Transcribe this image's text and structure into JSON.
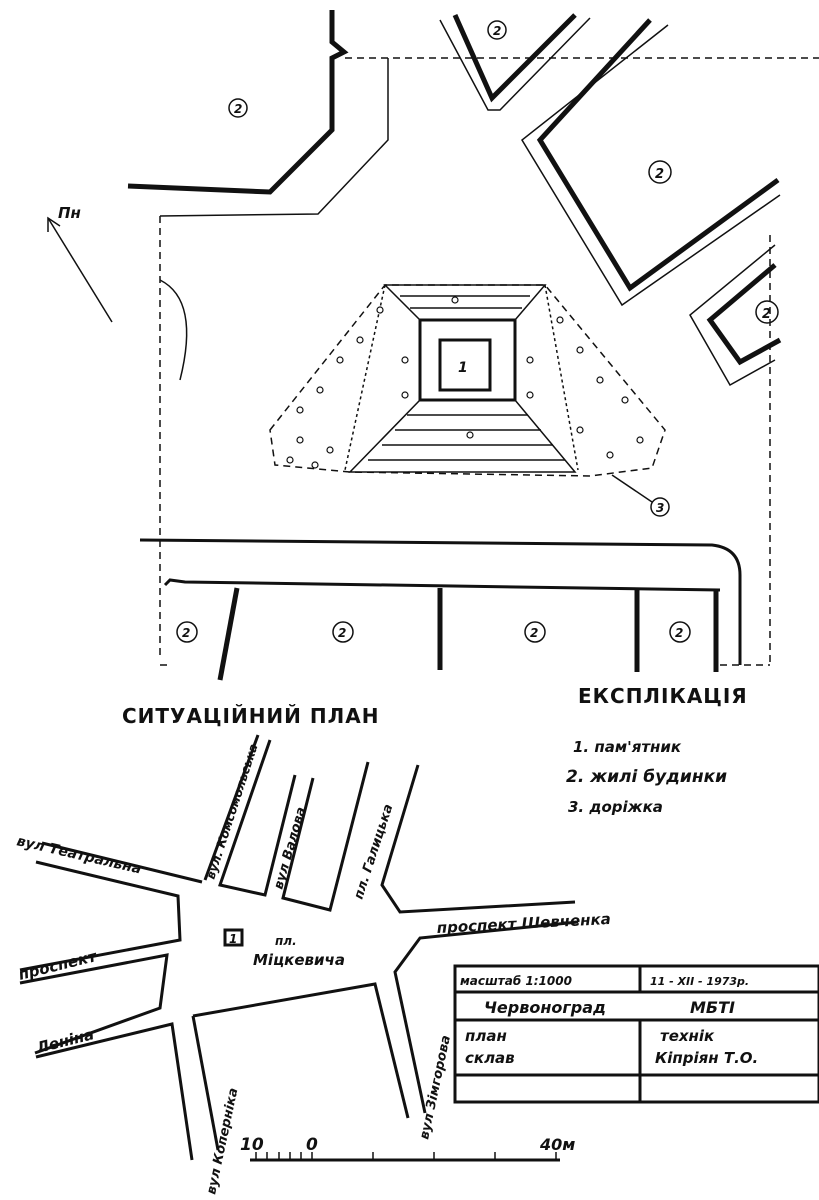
{
  "north_label": "Пн",
  "site_plan": {
    "labels": {
      "monument": "1",
      "building": "2",
      "path": "3"
    }
  },
  "situation_plan": {
    "title": "СИТУАЦІЙНИЙ ПЛАН",
    "monument_marker": "1",
    "square_label_1": "пл.",
    "square_label_2": "Міцкевича",
    "streets": {
      "teatralna": "вул Театральна",
      "komsomolska": "вул. Комсомольська",
      "valova": "вул Валова",
      "halytska": "пл. Галицька",
      "shevchenka": "проспект Шевченка",
      "prospekt": "проспект",
      "lenina": "Леніна",
      "kopernika": "вул Коперніка",
      "zimhorova": "вул Зімгорова"
    },
    "scale_bar": {
      "left": "10",
      "zero": "0",
      "right": "40м"
    }
  },
  "legend": {
    "title": "ЕКСПЛІКАЦІЯ",
    "items": [
      "1. пам'ятник",
      "2. жилі будинки",
      "3. доріжка"
    ]
  },
  "title_block": {
    "scale": "масштаб 1:1000",
    "date": "11 - XII - 1973р.",
    "city": "Червоноград",
    "org": "МБТІ",
    "doc_1": "план",
    "doc_2": "склав",
    "role": "технік",
    "author": "Кіпріян Т.О."
  }
}
